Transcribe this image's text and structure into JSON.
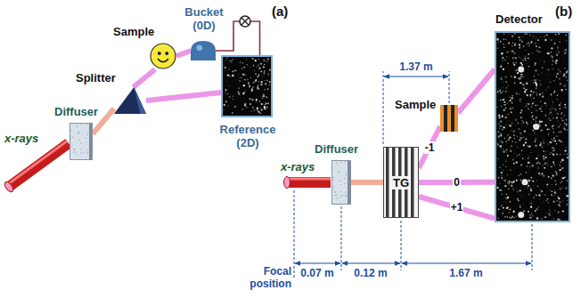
{
  "diagram": {
    "nodes": [
      {
        "text": [
          "Diffuser"
        ]
      },
      {
        "text": [
          "Splitter"
        ]
      },
      {
        "text": [
          "Sample"
        ]
      },
      {
        "text": [
          "Bucket (0D)"
        ]
      },
      {
        "text": [
          "Reference (2D)"
        ]
      },
      {
        "text": [
          "Diffuser"
        ]
      },
      {
        "text": [
          "TG"
        ]
      },
      {
        "text": [
          "Sample"
        ]
      },
      {
        "text": [
          "Detector"
        ]
      }
    ],
    "edges": [
      {
        "from": 0,
        "to": 1,
        "arrow": "none"
      },
      {
        "from": 1,
        "to": 2,
        "arrow": "none"
      },
      {
        "from": 2,
        "to": 3,
        "arrow": "none"
      },
      {
        "from": 1,
        "to": 4,
        "arrow": "none"
      },
      {
        "from": 3,
        "to": 4,
        "arrow": "none"
      },
      {
        "from": 5,
        "to": 6,
        "arrow": "none"
      },
      {
        "from": 6,
        "to": 7,
        "label": "-1",
        "arrow": "none"
      },
      {
        "from": 7,
        "to": 8,
        "arrow": "none"
      },
      {
        "from": 6,
        "to": 8,
        "label": "0",
        "arrow": "none"
      },
      {
        "from": 6,
        "to": 8,
        "label": "+1",
        "arrow": "none"
      }
    ],
    "labels": [
      "(a)",
      "x-rays",
      "(b)",
      "x-rays",
      "1.37 m",
      "0.07 m",
      "0.12 m",
      "1.67 m",
      "Focal position"
    ]
  }
}
